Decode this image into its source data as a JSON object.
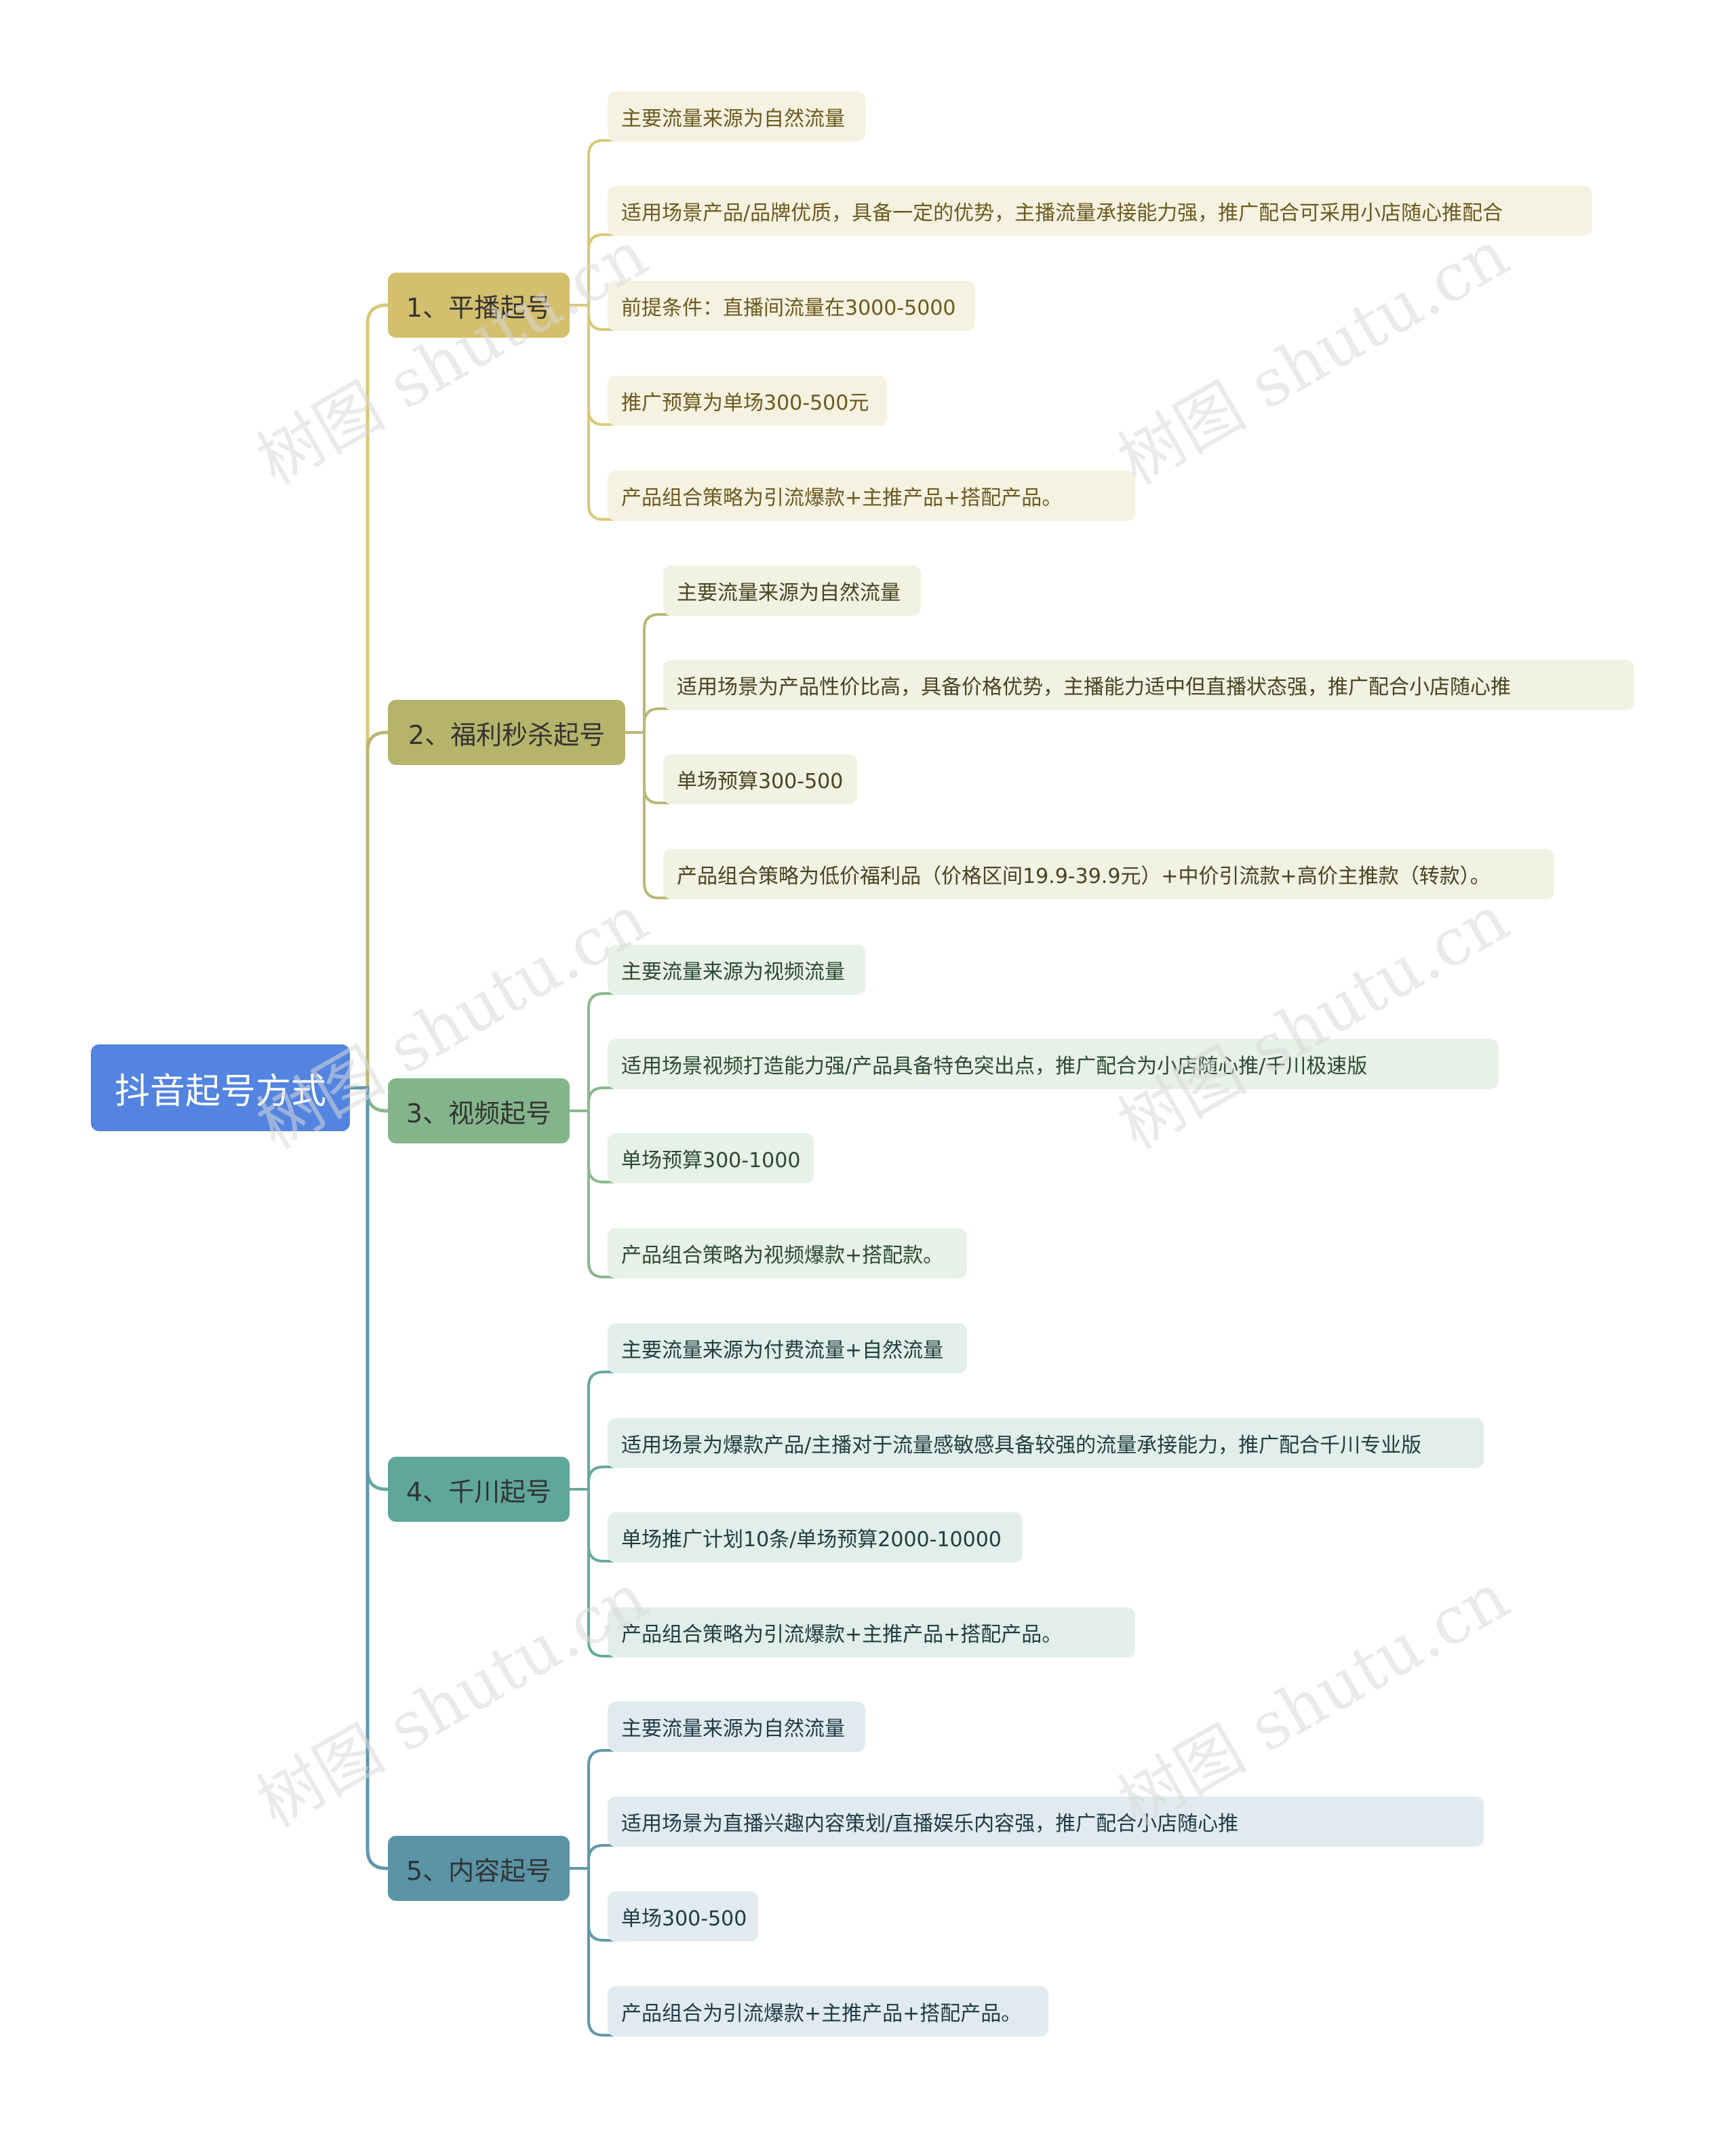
{
  "root": {
    "label": "抖音起号方式",
    "color": "#5284e0"
  },
  "branches": [
    {
      "label": "1、平播起号",
      "color": "#d4bf6e",
      "line_color": "#d8c978",
      "leaf_bg": "#f6f2e2",
      "leaf_text": "#6b5a1e",
      "children": [
        "主要流量来源为自然流量",
        "适用场景产品/品牌优质，具备一定的优势，主播流量承接能力强，推广配合可采用小店随心推配合",
        "前提条件：直播间流量在3000-5000",
        "推广预算为单场300-500元",
        "产品组合策略为引流爆款+主推产品+搭配产品。"
      ]
    },
    {
      "label": "2、福利秒杀起号",
      "color": "#b5b46a",
      "line_color": "#b9b875",
      "leaf_bg": "#f1f1e4",
      "leaf_text": "#454520",
      "children": [
        "主要流量来源为自然流量",
        "适用场景为产品性价比高，具备价格优势，主播能力适中但直播状态强，推广配合小店随心推",
        "单场预算300-500",
        "产品组合策略为低价福利品（价格区间19.9-39.9元）+中价引流款+高价主推款（转款）。"
      ]
    },
    {
      "label": "3、视频起号",
      "color": "#84b58a",
      "line_color": "#8ab88e",
      "leaf_bg": "#e7f1e8",
      "leaf_text": "#2c4a30",
      "children": [
        "主要流量来源为视频流量",
        "适用场景视频打造能力强/产品具备特色突出点，推广配合为小店随心推/千川极速版",
        "单场预算300-1000",
        "产品组合策略为视频爆款+搭配款。"
      ]
    },
    {
      "label": "4、千川起号",
      "color": "#5fa79a",
      "line_color": "#67a99d",
      "leaf_bg": "#e2eeec",
      "leaf_text": "#1e3e38",
      "children": [
        "主要流量来源为付费流量+自然流量",
        "适用场景为爆款产品/主播对于流量感敏感具备较强的流量承接能力，推广配合千川专业版",
        "单场推广计划10条/单场预算2000-10000",
        "产品组合策略为引流爆款+主推产品+搭配产品。"
      ]
    },
    {
      "label": "5、内容起号",
      "color": "#5a94a6",
      "line_color": "#6198aa",
      "leaf_bg": "#e1ebef",
      "leaf_text": "#1f3a44",
      "children": [
        "主要流量来源为自然流量",
        "适用场景为直播兴趣内容策划/直播娱乐内容强，推广配合小店随心推",
        "单场300-500",
        "产品组合为引流爆款+主推产品+搭配产品。"
      ]
    }
  ],
  "watermark": "树图 shutu.cn"
}
